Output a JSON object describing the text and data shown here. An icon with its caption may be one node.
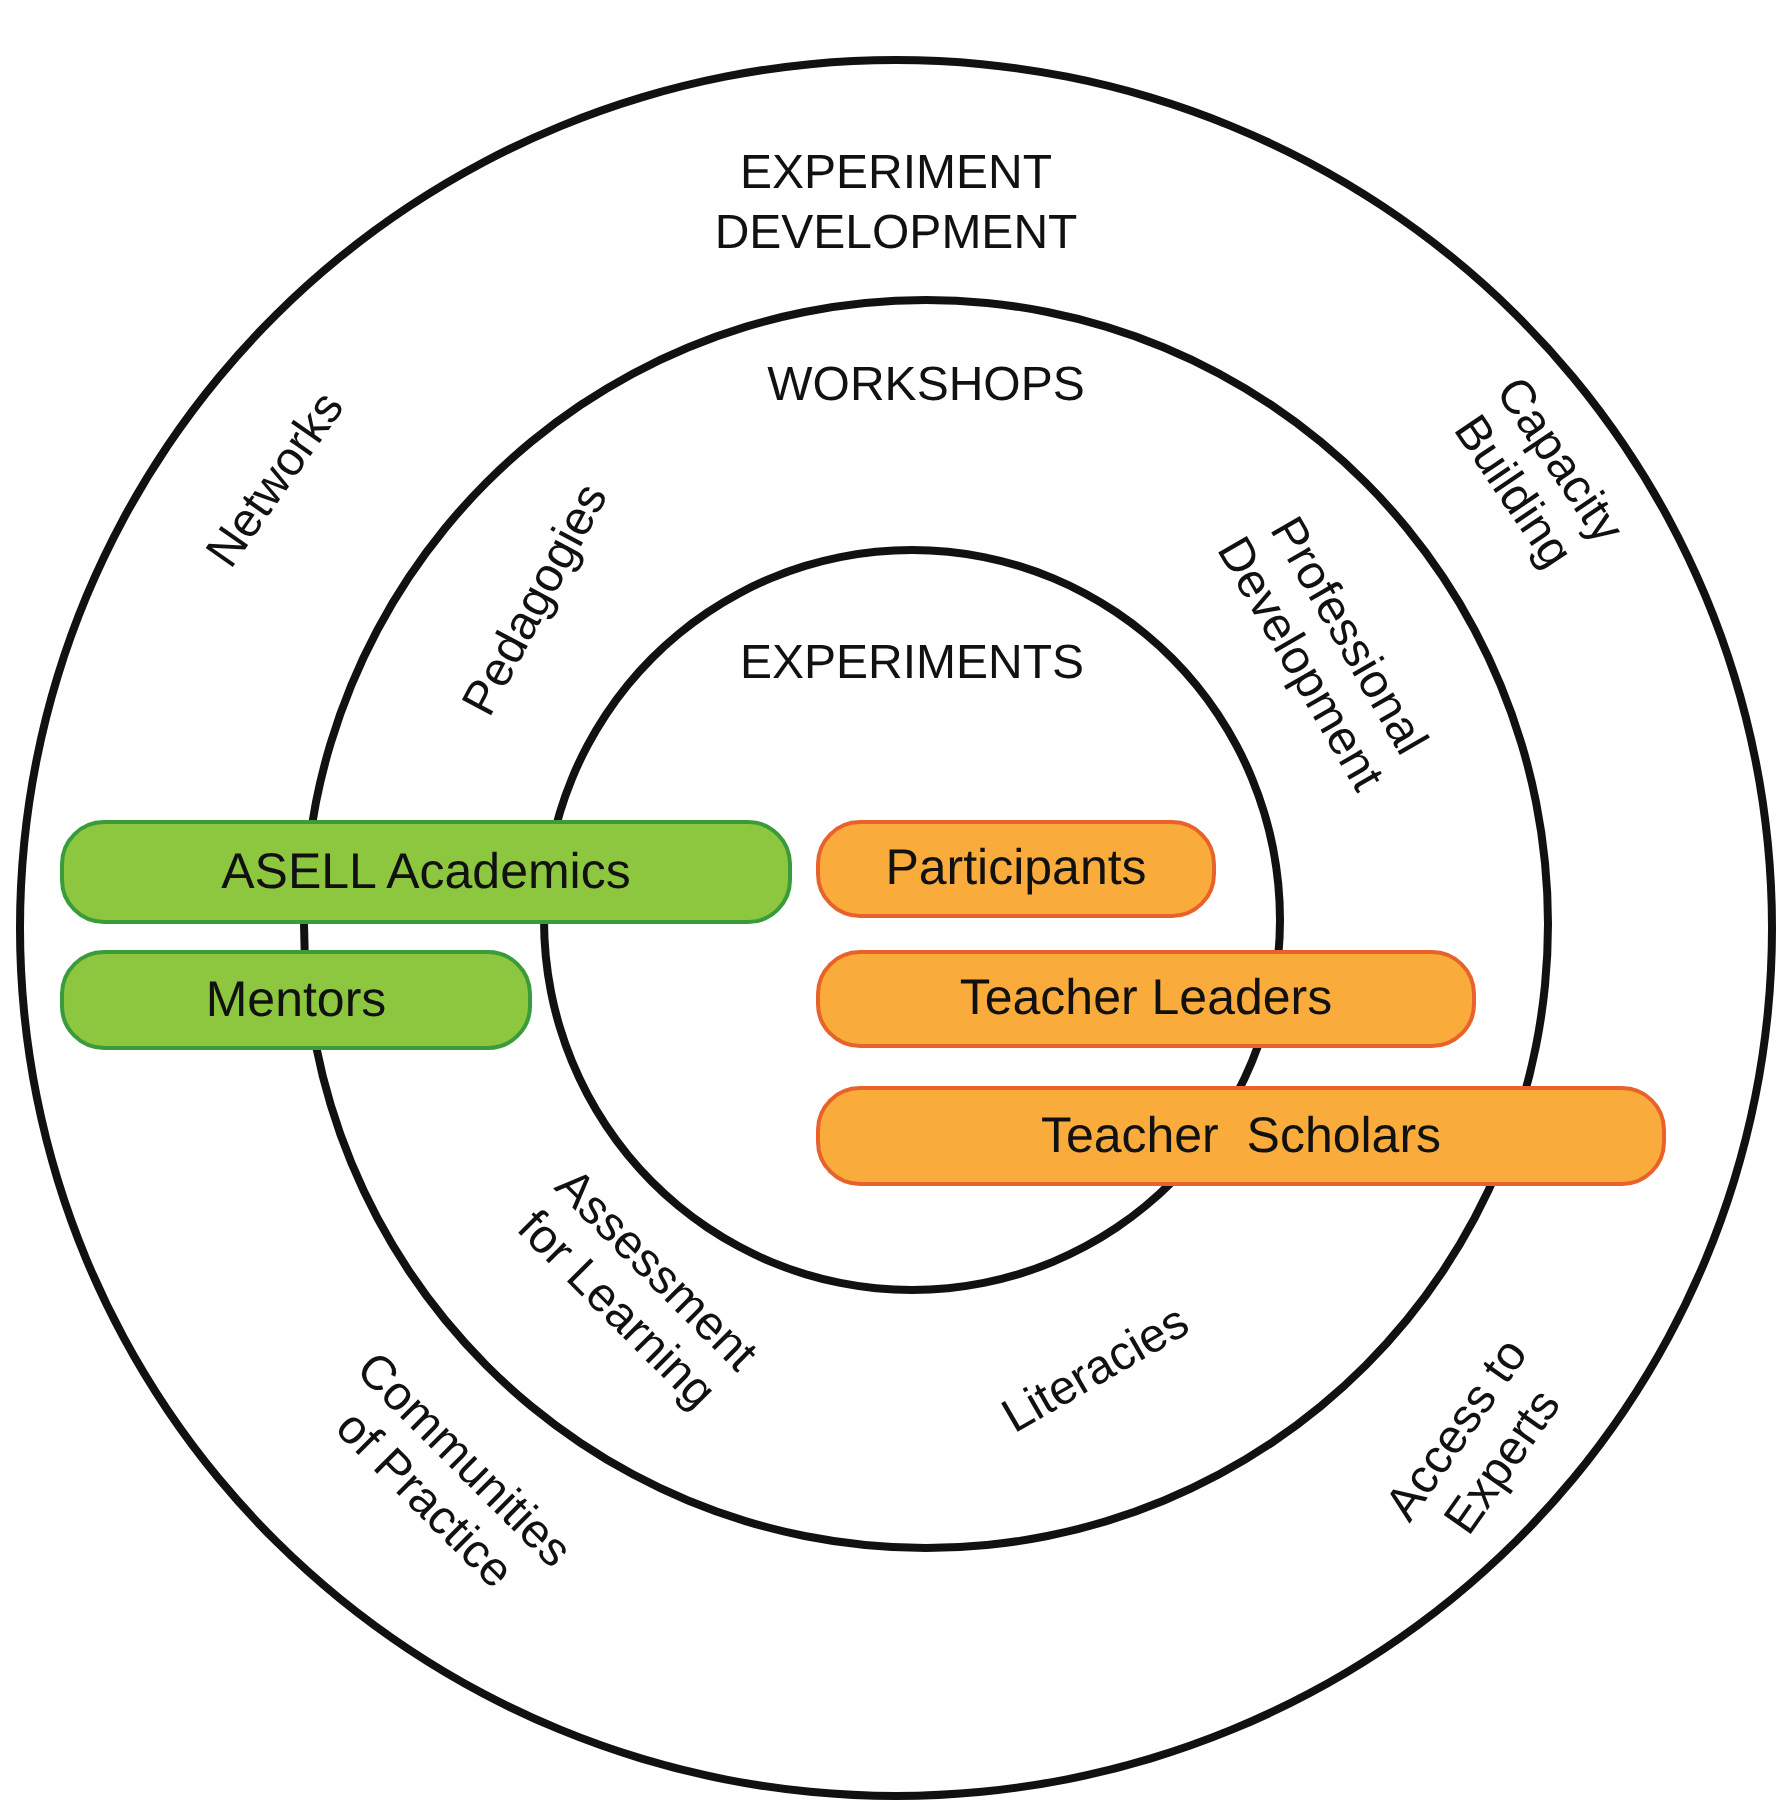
{
  "diagram": {
    "nodes": [
      {
        "text": [
          "EXPERIMENT DEVELOPMENT"
        ]
      },
      {
        "text": [
          "WORKSHOPS"
        ],
        "in": 0
      },
      {
        "text": [
          "EXPERIMENTS"
        ],
        "in": 1
      },
      {
        "text": [
          "ASELL Academics"
        ],
        "in": 0
      },
      {
        "text": [
          "Mentors"
        ],
        "in": 0
      },
      {
        "text": [
          "Participants"
        ],
        "in": 2
      },
      {
        "text": [
          "Teacher Leaders"
        ],
        "in": 1
      },
      {
        "text": [
          "Teacher  Scholars"
        ],
        "in": 0
      }
    ],
    "edges": [],
    "labels": [
      "Networks",
      "Capacity Building",
      "Pedagogies",
      "Professional Development",
      "Assessment for Learning",
      "Literacies",
      "Communities of Practice",
      "Access to Experts"
    ]
  }
}
